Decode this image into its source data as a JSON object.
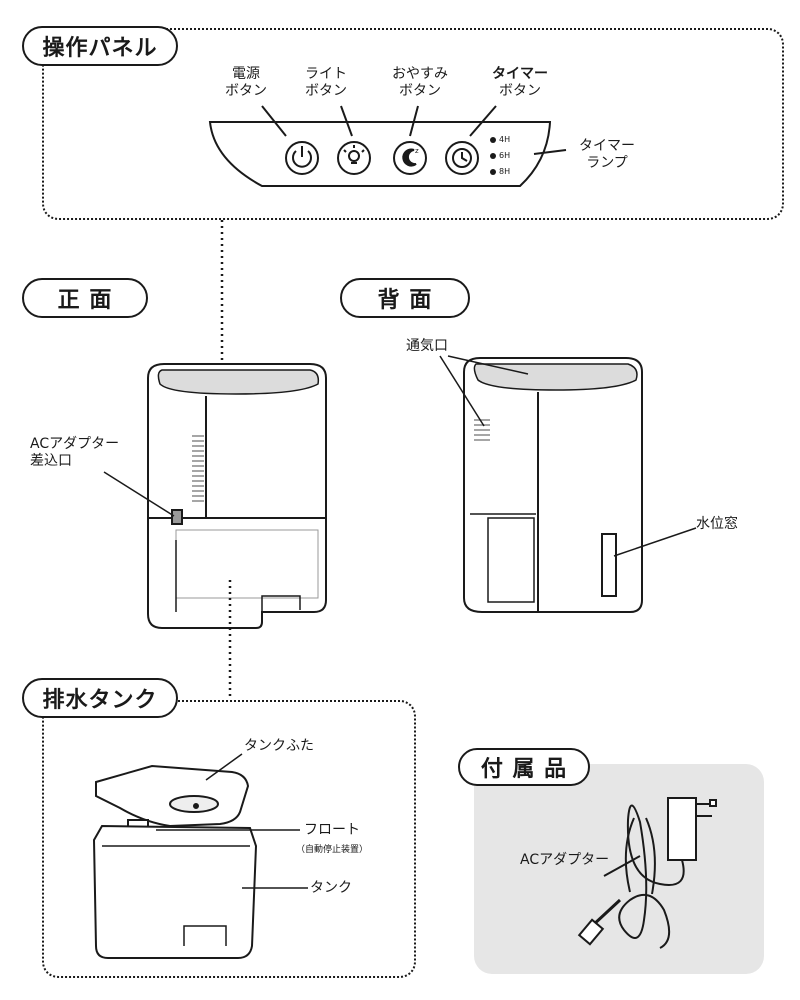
{
  "control_panel": {
    "title": "操作パネル",
    "buttons": [
      {
        "line1": "電源",
        "line2": "ボタン",
        "icon": "power-icon"
      },
      {
        "line1": "ライト",
        "line2": "ボタン",
        "icon": "light-bulb-icon"
      },
      {
        "line1": "おやすみ",
        "line2": "ボタン",
        "icon": "sleep-moon-icon"
      },
      {
        "line1": "タイマー",
        "line2": "ボタン",
        "icon": "timer-clock-icon"
      }
    ],
    "timer_levels": [
      "4H",
      "6H",
      "8H"
    ],
    "timer_lamp": {
      "line1": "タイマー",
      "line2": "ランプ"
    }
  },
  "front": {
    "title": "正 面",
    "ac_port": {
      "line1": "ACアダプター",
      "line2": "差込口"
    }
  },
  "back": {
    "title": "背 面",
    "vent": "通気口",
    "water_window": "水位窓"
  },
  "drain_tank": {
    "title": "排水タンク",
    "lid": "タンクふた",
    "float": "フロート",
    "float_note": "（自動停止装置）",
    "tank": "タンク"
  },
  "accessories": {
    "title": "付 属 品",
    "adapter": "ACアダプター"
  },
  "colors": {
    "line": "#1a1a1a",
    "accessory_bg": "#e6e6e6",
    "body_fill": "#ffffff",
    "vent_fill": "#dcdcdc"
  }
}
